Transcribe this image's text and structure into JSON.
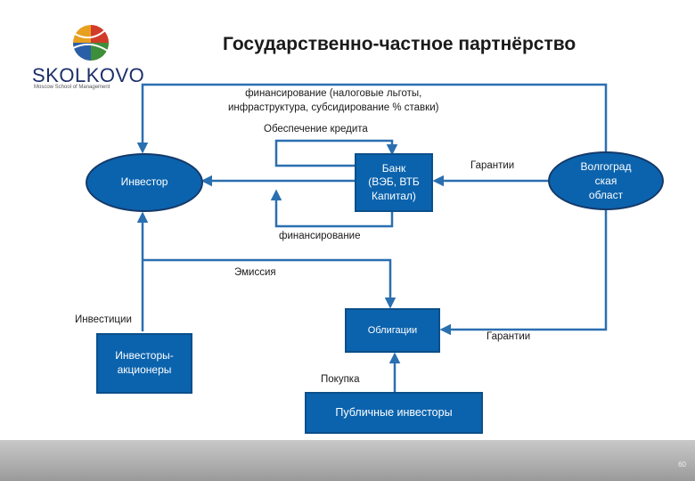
{
  "logo": {
    "word": "SKOLKOVO",
    "subtitle": "Moscow School of Management"
  },
  "title": "Государственно-частное партнёрство",
  "nodes": {
    "investor": "Инвестор",
    "bank": "Банк\n(ВЭБ, ВТБ\nКапитал)",
    "region": "Волгоград\nская\nобласт",
    "bonds": "Облигации",
    "shareholders": "Инвесторы-\nакционеры",
    "public": "Публичные инвесторы"
  },
  "labels": {
    "financing_top": "финансирование (налоговые льготы,\nинфраструктура, субсидирование % ставки)",
    "credit": "Обеспечение кредита",
    "guarantees_1": "Гарантии",
    "financing_bottom": "финансирование",
    "emission": "Эмиссия",
    "investments": "Инвестиции",
    "guarantees_2": "Гарантии",
    "purchase": "Покупка"
  },
  "footer": {
    "page": "60"
  },
  "colors": {
    "node_fill": "#0b63ad",
    "arrow": "#2a6fb0"
  }
}
